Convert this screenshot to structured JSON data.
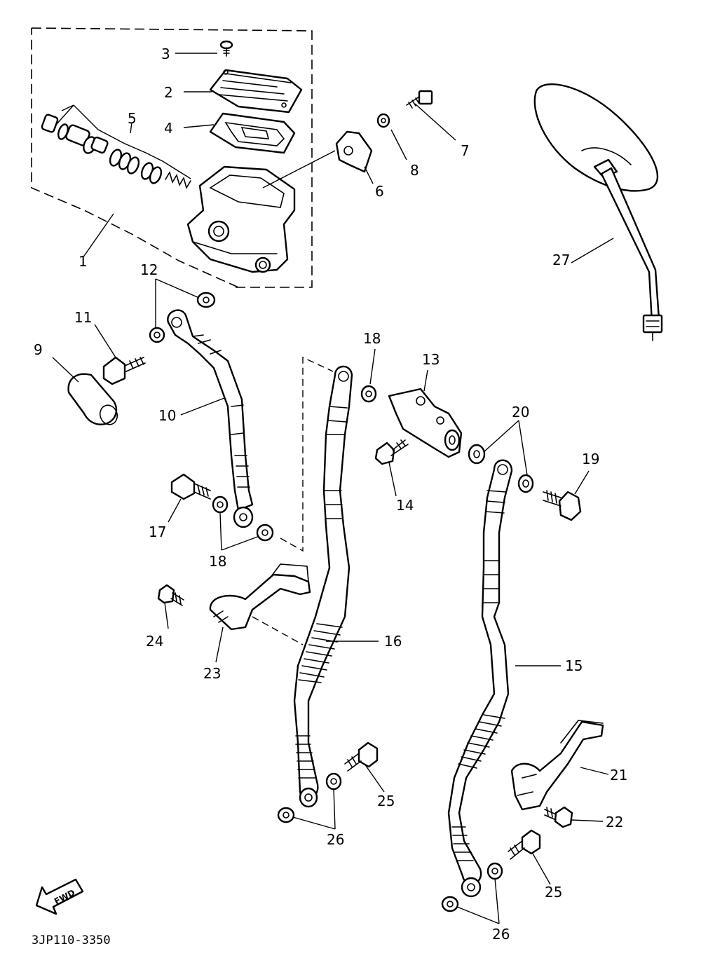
{
  "diagram": {
    "drawing_code": "3JP110-3350",
    "direction_arrow_label": "FWD",
    "callouts": {
      "c1": "1",
      "c2": "2",
      "c3": "3",
      "c4": "4",
      "c5": "5",
      "c6": "6",
      "c7": "7",
      "c8": "8",
      "c9": "9",
      "c10": "10",
      "c11": "11",
      "c12": "12",
      "c13": "13",
      "c14": "14",
      "c15": "15",
      "c16": "16",
      "c17": "17",
      "c18a": "18",
      "c18b": "18",
      "c19": "19",
      "c20": "20",
      "c21": "21",
      "c22": "22",
      "c23": "23",
      "c24": "24",
      "c25a": "25",
      "c25b": "25",
      "c26a": "26",
      "c26b": "26",
      "c27": "27"
    }
  }
}
